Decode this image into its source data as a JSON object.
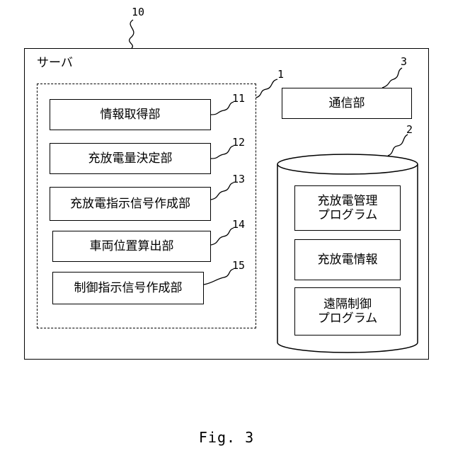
{
  "figure": {
    "server_ref": "10",
    "server_label": "サーバ",
    "caption": "Fig. 3"
  },
  "group": {
    "ref": "1",
    "modules": [
      {
        "ref": "11",
        "label": "情報取得部"
      },
      {
        "ref": "12",
        "label": "充放電量決定部"
      },
      {
        "ref": "13",
        "label": "充放電指示信号作成部"
      },
      {
        "ref": "14",
        "label": "車両位置算出部"
      },
      {
        "ref": "15",
        "label": "制御指示信号作成部"
      }
    ]
  },
  "comm": {
    "ref": "3",
    "label": "通信部"
  },
  "storage": {
    "ref": "2",
    "items": [
      {
        "label": "充放電管理\nプログラム"
      },
      {
        "label": "充放電情報"
      },
      {
        "label": "遠隔制御\nプログラム"
      }
    ]
  }
}
